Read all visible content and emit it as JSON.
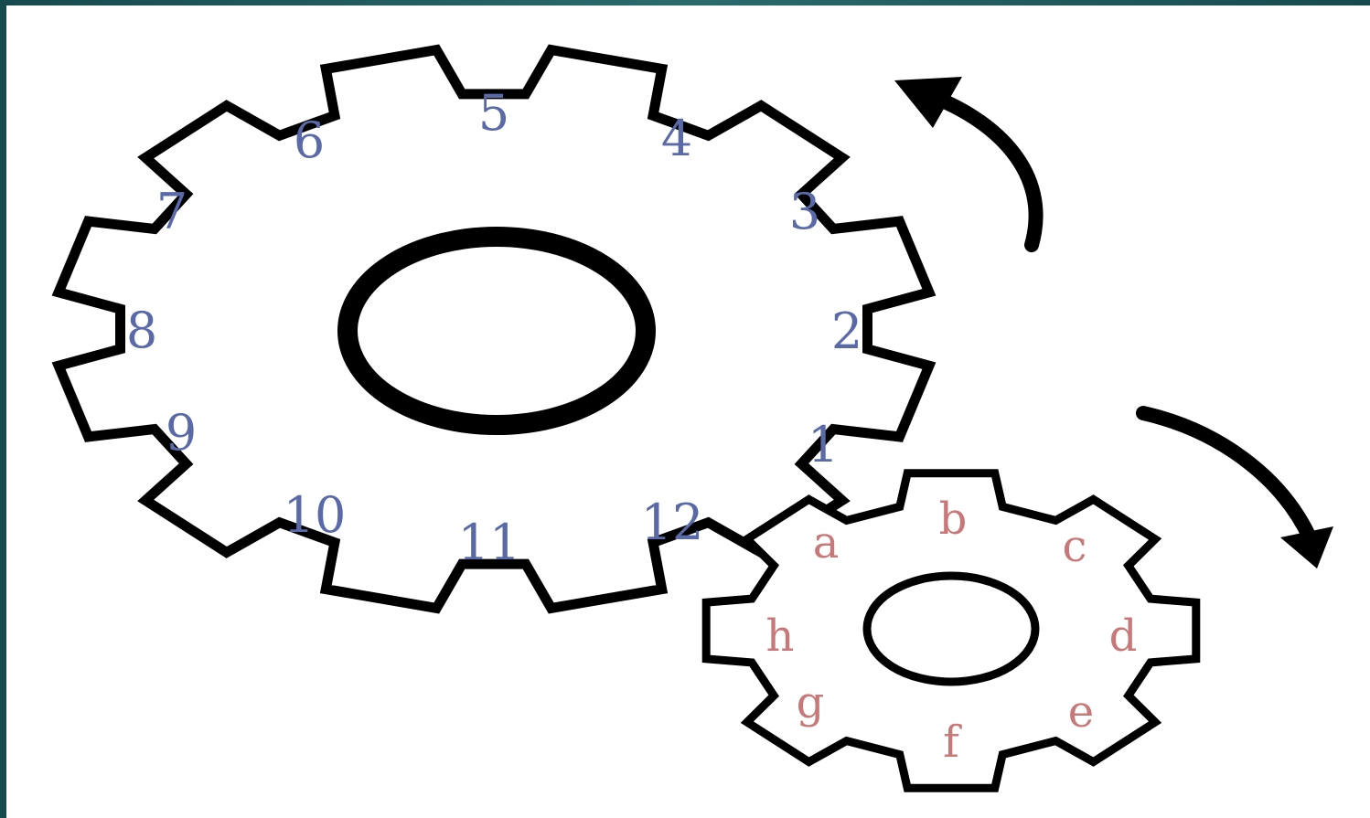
{
  "big_gear": {
    "teeth": 12,
    "labels": [
      "1",
      "2",
      "3",
      "4",
      "5",
      "6",
      "7",
      "8",
      "9",
      "10",
      "11",
      "12"
    ],
    "label_color": "#5a6aa8"
  },
  "small_gear": {
    "teeth": 8,
    "labels": [
      "a",
      "b",
      "c",
      "d",
      "e",
      "f",
      "g",
      "h"
    ],
    "label_color": "#c87878"
  },
  "arrows": {
    "big_gear_rotation": "counter-clockwise",
    "small_gear_rotation": "clockwise"
  },
  "colors": {
    "stroke": "#000000",
    "background": "#ffffff",
    "frame": "#1f5a5e"
  }
}
